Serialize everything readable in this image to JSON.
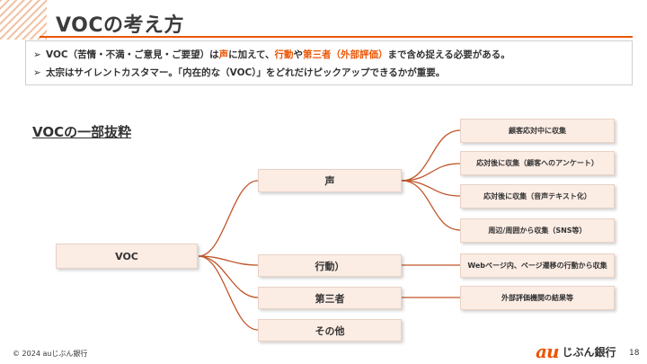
{
  "header": {
    "title": "VOCの考え方"
  },
  "summary": {
    "bullet": "➢",
    "line1": [
      {
        "text": "VOC（苦情・不満・ご意見・ご要望）は",
        "highlight": false
      },
      {
        "text": "声",
        "highlight": true
      },
      {
        "text": "に加えて、",
        "highlight": false
      },
      {
        "text": "行動",
        "highlight": true
      },
      {
        "text": "や",
        "highlight": false
      },
      {
        "text": "第三者（外部評価）",
        "highlight": true
      },
      {
        "text": "まで含め捉える必要がある。",
        "highlight": false
      }
    ],
    "line2": "太宗はサイレントカスタマー。「内在的な（VOC）」をどれだけピックアップできるかが重要。"
  },
  "section_title": "VOCの一部抜粋",
  "tree": {
    "root": "VOC",
    "voice": "声",
    "action": "行動）",
    "third_party": "第三者",
    "other": "その他",
    "voice_children": [
      "顧客応対中に収集",
      "応対後に収集（顧客へのアンケート）",
      "応対後に収集（音声テキスト化）",
      "周辺/周囲から収集（SNS等）"
    ],
    "action_child": "Webページ内、ページ遷移の行動から収集",
    "third_party_child": "外部評価機関の結果等"
  },
  "footer": {
    "copyright": "© 2024 auじぶん銀行",
    "logo_au": "au",
    "logo_name": "じぶん銀行",
    "page_number": "18"
  },
  "colors": {
    "accent": "#eb5505",
    "node_fill": "#fbece4",
    "connector": "#c0562a"
  }
}
